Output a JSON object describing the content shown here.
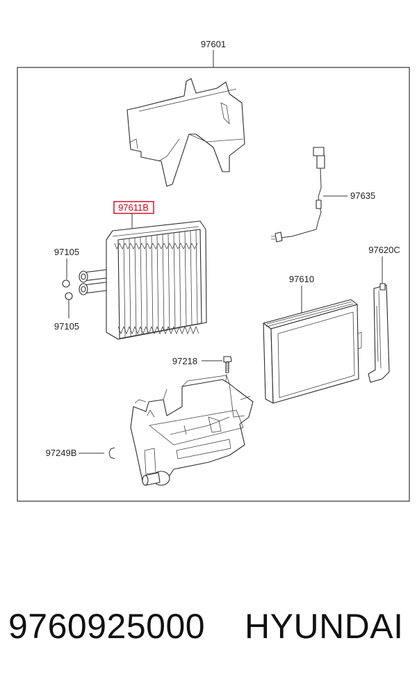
{
  "labels": {
    "assembly": "97601",
    "evaporator": "97611B",
    "sensor": "97635",
    "cover": "97620C",
    "filter": "97610",
    "oring_top": "97105",
    "oring_bottom": "97105",
    "screw": "97218",
    "clip": "97249B"
  },
  "highlight_color": "#d0021b",
  "footer": {
    "part_number": "9760925000",
    "brand": "HYUNDAI"
  }
}
